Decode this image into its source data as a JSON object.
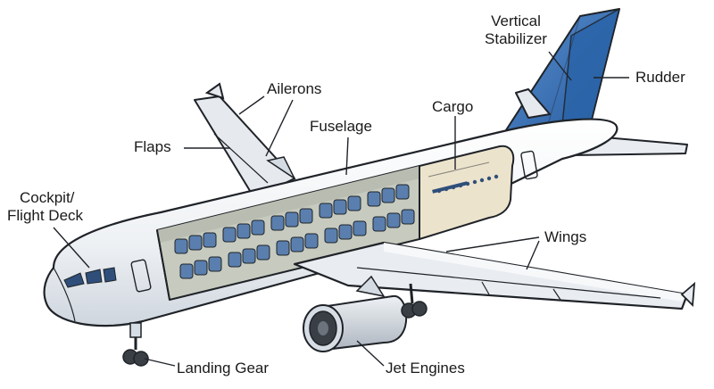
{
  "colors": {
    "stroke": "#1f2328",
    "fuselage": "#f4f6f8",
    "fuselage_shade": "#dfe4ea",
    "wing": "#e9edf1",
    "wing_shade": "#d5dbe2",
    "tail_blue": "#2e6db5",
    "tail_blue_light": "#5a8fd0",
    "cabin_bg": "#c9ccbf",
    "cargo_bg": "#ece3cd",
    "seat": "#5a7fae",
    "window": "#2f4f7a",
    "engine": "#d7dde4",
    "engine_dark": "#3a3f46"
  },
  "labels": {
    "vertical_stabilizer_1": "Vertical",
    "vertical_stabilizer_2": "Stabilizer",
    "rudder": "Rudder",
    "ailerons": "Ailerons",
    "cargo": "Cargo",
    "fuselage": "Fuselage",
    "flaps": "Flaps",
    "cockpit_1": "Cockpit/",
    "cockpit_2": "Flight Deck",
    "wings": "Wings",
    "landing_gear": "Landing Gear",
    "jet_engines": "Jet Engines"
  }
}
